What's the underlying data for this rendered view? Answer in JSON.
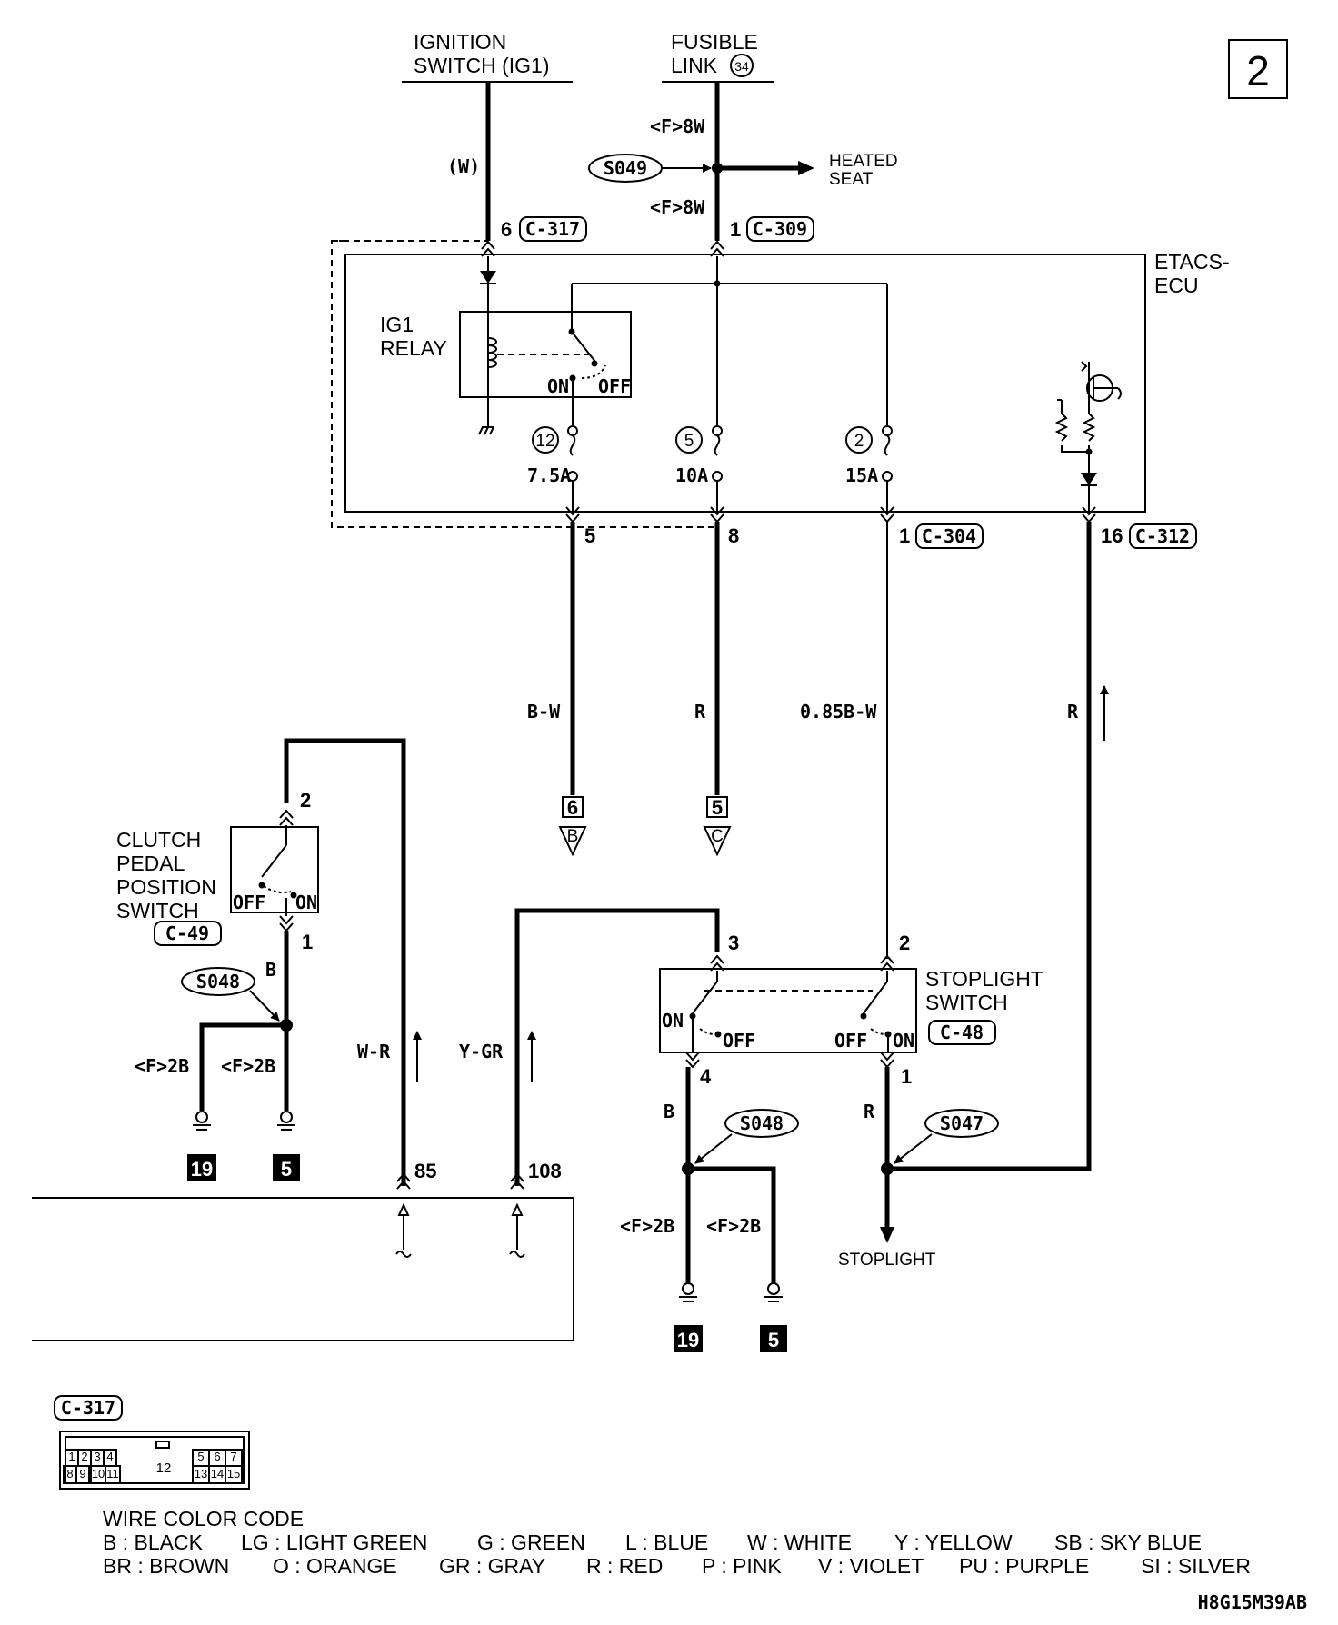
{
  "page_number": "2",
  "diagram_code": "H8G15M39AB",
  "sources": {
    "ignition": [
      "IGNITION",
      "SWITCH (IG1)"
    ],
    "fusible": [
      "FUSIBLE",
      "LINK"
    ],
    "fusible_num": "34"
  },
  "ecu": {
    "name": [
      "ETACS-",
      "ECU"
    ],
    "relay": [
      "IG1",
      "RELAY"
    ],
    "on": "ON",
    "off": "OFF"
  },
  "wires": {
    "w": "(W)",
    "f8w_top": "<F>8W",
    "f8w_bot": "<F>8W",
    "bw": "B-W",
    "r1": "R",
    "b085w": "0.85B-W",
    "r2": "R",
    "wr": "W-R",
    "ygr": "Y-GR",
    "b_clutch": "B",
    "f2b_a": "<F>2B",
    "f2b_b": "<F>2B",
    "b_stop": "B",
    "r_stop": "R",
    "f2b_c": "<F>2B",
    "f2b_d": "<F>2B"
  },
  "splices": {
    "s049": "S049",
    "s048a": "S048",
    "s048b": "S048",
    "s047": "S047"
  },
  "heated_seat": [
    "HEATED",
    "SEAT"
  ],
  "connectors": {
    "c317": "C-317",
    "c309": "C-309",
    "c304": "C-304",
    "c312": "C-312",
    "c49": "C-49",
    "c48": "C-48"
  },
  "pins": {
    "p6": "6",
    "p1_top": "1",
    "p5": "5",
    "p8": "8",
    "p1_c304": "1",
    "p16": "16",
    "clutch_2": "2",
    "clutch_1": "1",
    "stop_3": "3",
    "stop_2": "2",
    "stop_4": "4",
    "stop_1": "1",
    "p85": "85",
    "p108": "108"
  },
  "fuses": [
    {
      "num": "12",
      "rating": "7.5A"
    },
    {
      "num": "5",
      "rating": "10A"
    },
    {
      "num": "2",
      "rating": "15A"
    }
  ],
  "refs": {
    "b_num": "6",
    "b_let": "B",
    "c_num": "5",
    "c_let": "C"
  },
  "grounds": {
    "g1": "19",
    "g2": "5",
    "g3": "19",
    "g4": "5"
  },
  "clutch_switch": [
    "CLUTCH",
    "PEDAL",
    "POSITION",
    "SWITCH"
  ],
  "stoplight_switch": [
    "STOPLIGHT",
    "SWITCH"
  ],
  "stoplight_out": "STOPLIGHT",
  "connector_face": {
    "title": "C-317",
    "row1": [
      "1",
      "2",
      "3",
      "4",
      "5",
      "6",
      "7"
    ],
    "mid": "12",
    "row2": [
      "8",
      "9",
      "10",
      "11",
      "13",
      "14",
      "15"
    ]
  },
  "legend": {
    "title": "WIRE COLOR CODE",
    "row1": [
      "B : BLACK",
      "LG : LIGHT GREEN",
      "G : GREEN",
      "L : BLUE",
      "W : WHITE",
      "Y : YELLOW",
      "SB : SKY BLUE"
    ],
    "row2": [
      "BR : BROWN",
      "O : ORANGE",
      "GR : GRAY",
      "R : RED",
      "P : PINK",
      "V : VIOLET",
      "PU : PURPLE",
      "SI : SILVER"
    ]
  }
}
